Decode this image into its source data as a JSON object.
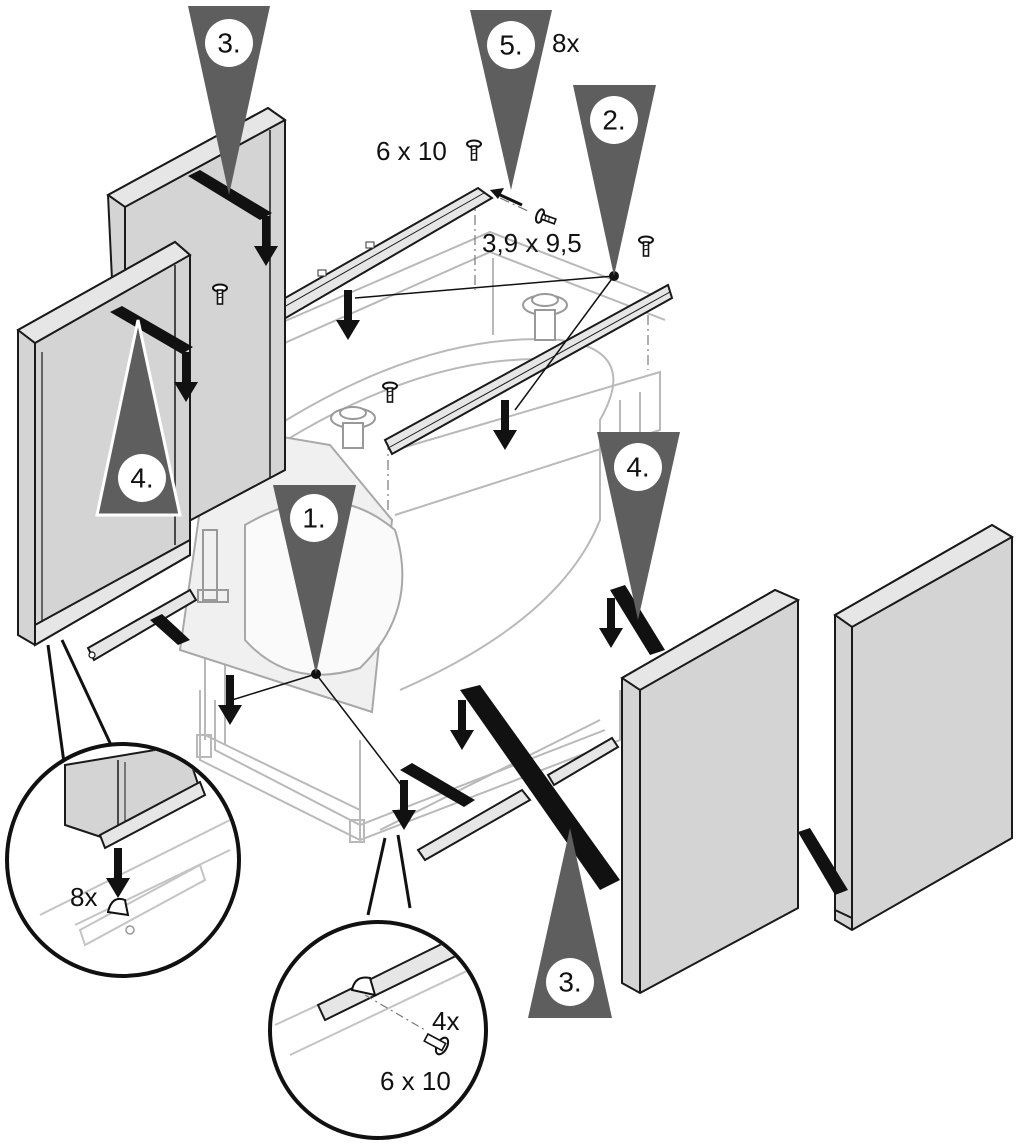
{
  "steps": {
    "s1": "1.",
    "s2": "2.",
    "s3_top": "3.",
    "s3_bottom": "3.",
    "s4_left": "4.",
    "s4_right": "4.",
    "s5": "5."
  },
  "labels": {
    "qty_8x_top": "8x",
    "screw_6x10_top": "6 x 10",
    "screw_3_9x9_5": "3,9 x 9,5",
    "qty_8x_detail": "8x",
    "qty_4x_detail": "4x",
    "screw_6x10_detail": "6 x 10"
  },
  "colors": {
    "panel_fill": "#d4d4d4",
    "panel_stroke": "#1a1a1a",
    "frame_stroke": "#b8b8b8",
    "marker_fill": "#5e5e5e",
    "arrow_fill": "#111111"
  }
}
